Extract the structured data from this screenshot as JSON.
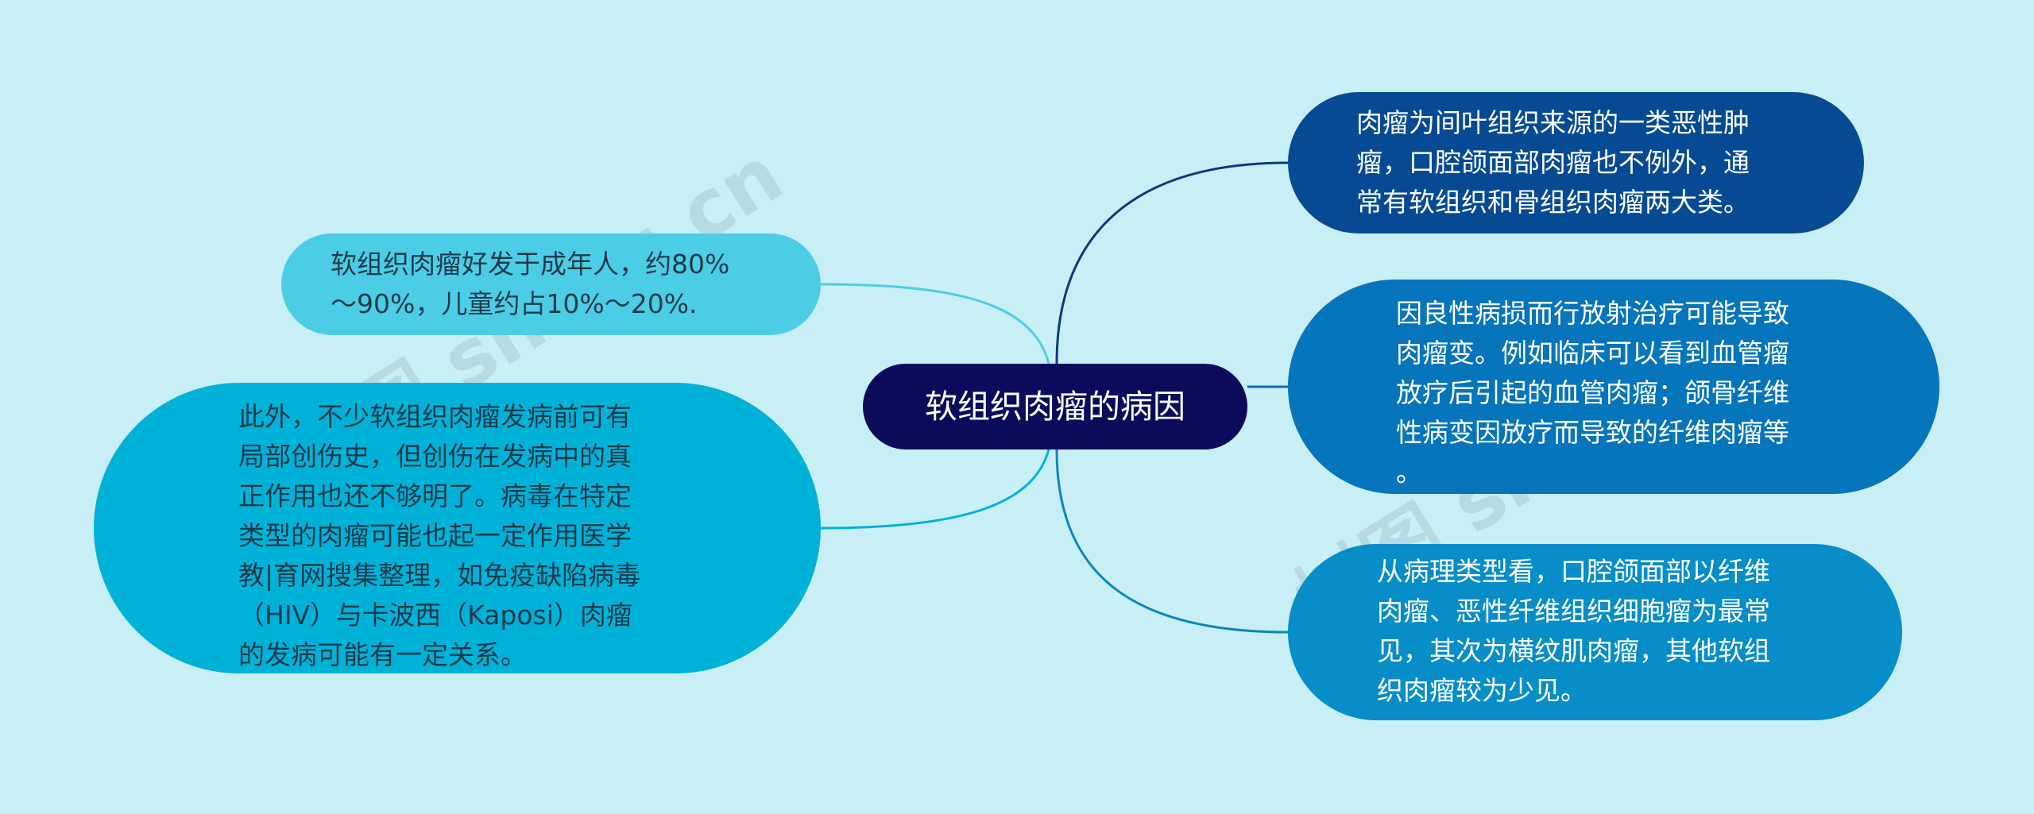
{
  "center": {
    "label": "软组织肉瘤的病因",
    "color": "#0b0b5c"
  },
  "watermark": "树图 shutu.cn",
  "branches": {
    "left_top": {
      "lines": [
        "软组织肉瘤好发于成年人，约80%",
        "～90%，儿童约占10%～20%."
      ],
      "color": "#4ccde6"
    },
    "left_bottom": {
      "lines": [
        "此外，不少软组织肉瘤发病前可有",
        "局部创伤史，但创伤在发病中的真",
        "正作用也还不够明了。病毒在特定",
        "类型的肉瘤可能也起一定作用医学",
        "教|育网搜集整理，如免疫缺陷病毒",
        "（HIV）与卡波西（Kaposi）肉瘤",
        "的发病可能有一定关系。"
      ],
      "color": "#00b1d8"
    },
    "right_top": {
      "lines": [
        "肉瘤为间叶组织来源的一类恶性肿",
        "瘤，口腔颌面部肉瘤也不例外，通",
        "常有软组织和骨组织肉瘤两大类。"
      ],
      "color": "#064a94"
    },
    "right_middle": {
      "lines": [
        "因良性病损而行放射治疗可能导致",
        "肉瘤变。例如临床可以看到血管瘤",
        "放疗后引起的血管肉瘤；颌骨纤维",
        "性病变因放疗而导致的纤维肉瘤等",
        "。"
      ],
      "color": "#0675bb"
    },
    "right_bottom": {
      "lines": [
        "从病理类型看，口腔颌面部以纤维",
        "肉瘤、恶性纤维组织细胞瘤为最常",
        "见，其次为横纹肌肉瘤，其他软组",
        "织肉瘤较为少见。"
      ],
      "color": "#078dc8"
    }
  }
}
